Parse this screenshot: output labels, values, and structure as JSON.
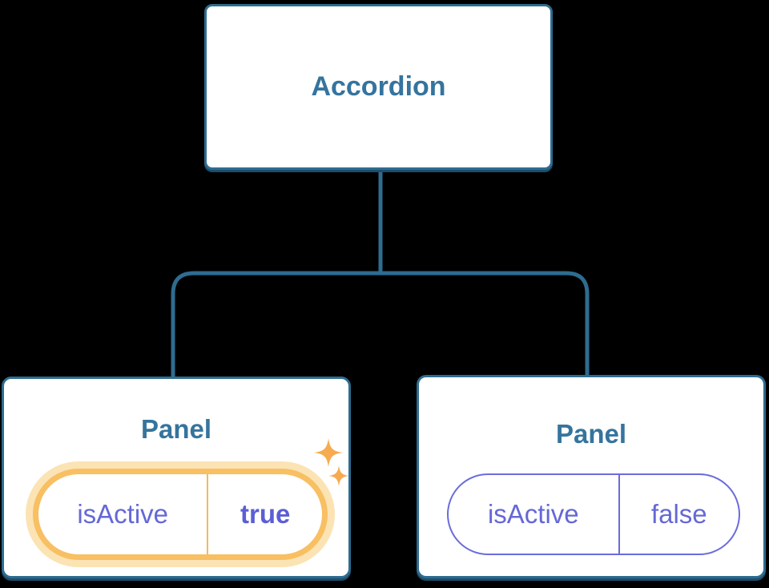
{
  "diagram": {
    "root": {
      "label": "Accordion"
    },
    "left_panel": {
      "title": "Panel",
      "prop_name": "isActive",
      "prop_value": "true",
      "highlighted": true
    },
    "right_panel": {
      "title": "Panel",
      "prop_name": "isActive",
      "prop_value": "false",
      "highlighted": false
    }
  },
  "colors": {
    "background": "#000000",
    "node_border": "#2e6c90",
    "node_text": "#35749d",
    "prop_text": "#6568d6",
    "prop_value_active_text": "#5c5ed6",
    "pill_border_inactive": "#6a6cdb",
    "highlight_border": "#f8bf63",
    "highlight_glow": "#fbe3b4",
    "sparkle": "#f6ab50"
  }
}
